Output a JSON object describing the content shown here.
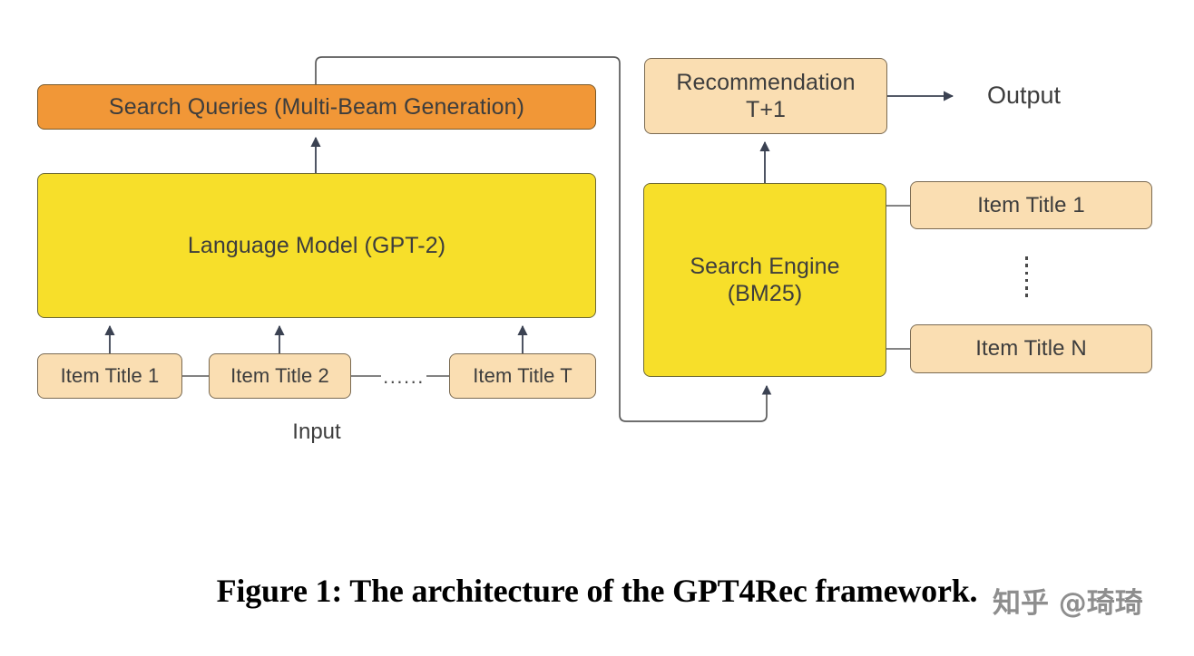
{
  "figure": {
    "caption": "Figure 1: The architecture of the GPT4Rec framework.",
    "watermark": "知乎 @琦琦"
  },
  "palette": {
    "orange": "#F19737",
    "yellow": "#F7DF2A",
    "peach": "#FADEB2",
    "stroke": "#6b6b6b",
    "arrow": "#3b4252",
    "text": "#3d3d3d",
    "background": "#ffffff"
  },
  "left_pipeline": {
    "search_queries": "Search Queries (Multi-Beam Generation)",
    "language_model": "Language Model (GPT-2)",
    "input_label": "Input",
    "input_items": [
      "Item Title 1",
      "Item Title 2",
      "Item Title T"
    ],
    "input_ellipsis": "......"
  },
  "right_pipeline": {
    "recommendation": "Recommendation\nT+1",
    "search_engine": "Search Engine\n(BM25)",
    "output_label": "Output",
    "retrieved_items": [
      "Item Title 1",
      "Item Title N"
    ],
    "retrieved_ellipsis": "vertical-dots"
  },
  "edges": [
    {
      "name": "input1-to-lm",
      "from": "Item Title 1",
      "to": "Language Model (GPT-2)",
      "style": "arrow"
    },
    {
      "name": "input2-to-lm",
      "from": "Item Title 2",
      "to": "Language Model (GPT-2)",
      "style": "arrow"
    },
    {
      "name": "inputT-to-lm",
      "from": "Item Title T",
      "to": "Language Model (GPT-2)",
      "style": "arrow"
    },
    {
      "name": "lm-to-queries",
      "from": "Language Model (GPT-2)",
      "to": "Search Queries (Multi-Beam Generation)",
      "style": "arrow"
    },
    {
      "name": "queries-to-engine",
      "from": "Search Queries (Multi-Beam Generation)",
      "to": "Search Engine (BM25)",
      "style": "arrow-elbow"
    },
    {
      "name": "engine-to-recommendation",
      "from": "Search Engine (BM25)",
      "to": "Recommendation T+1",
      "style": "arrow"
    },
    {
      "name": "recommendation-to-output",
      "from": "Recommendation T+1",
      "to": "Output",
      "style": "arrow"
    },
    {
      "name": "engine-to-item1",
      "from": "Search Engine (BM25)",
      "to": "Item Title 1",
      "style": "line"
    },
    {
      "name": "engine-to-itemN",
      "from": "Search Engine (BM25)",
      "to": "Item Title N",
      "style": "line"
    },
    {
      "name": "input1-to-input2",
      "from": "Item Title 1",
      "to": "Item Title 2",
      "style": "line"
    },
    {
      "name": "input2-to-inputT",
      "from": "Item Title 2",
      "to": "Item Title T",
      "style": "line"
    }
  ]
}
